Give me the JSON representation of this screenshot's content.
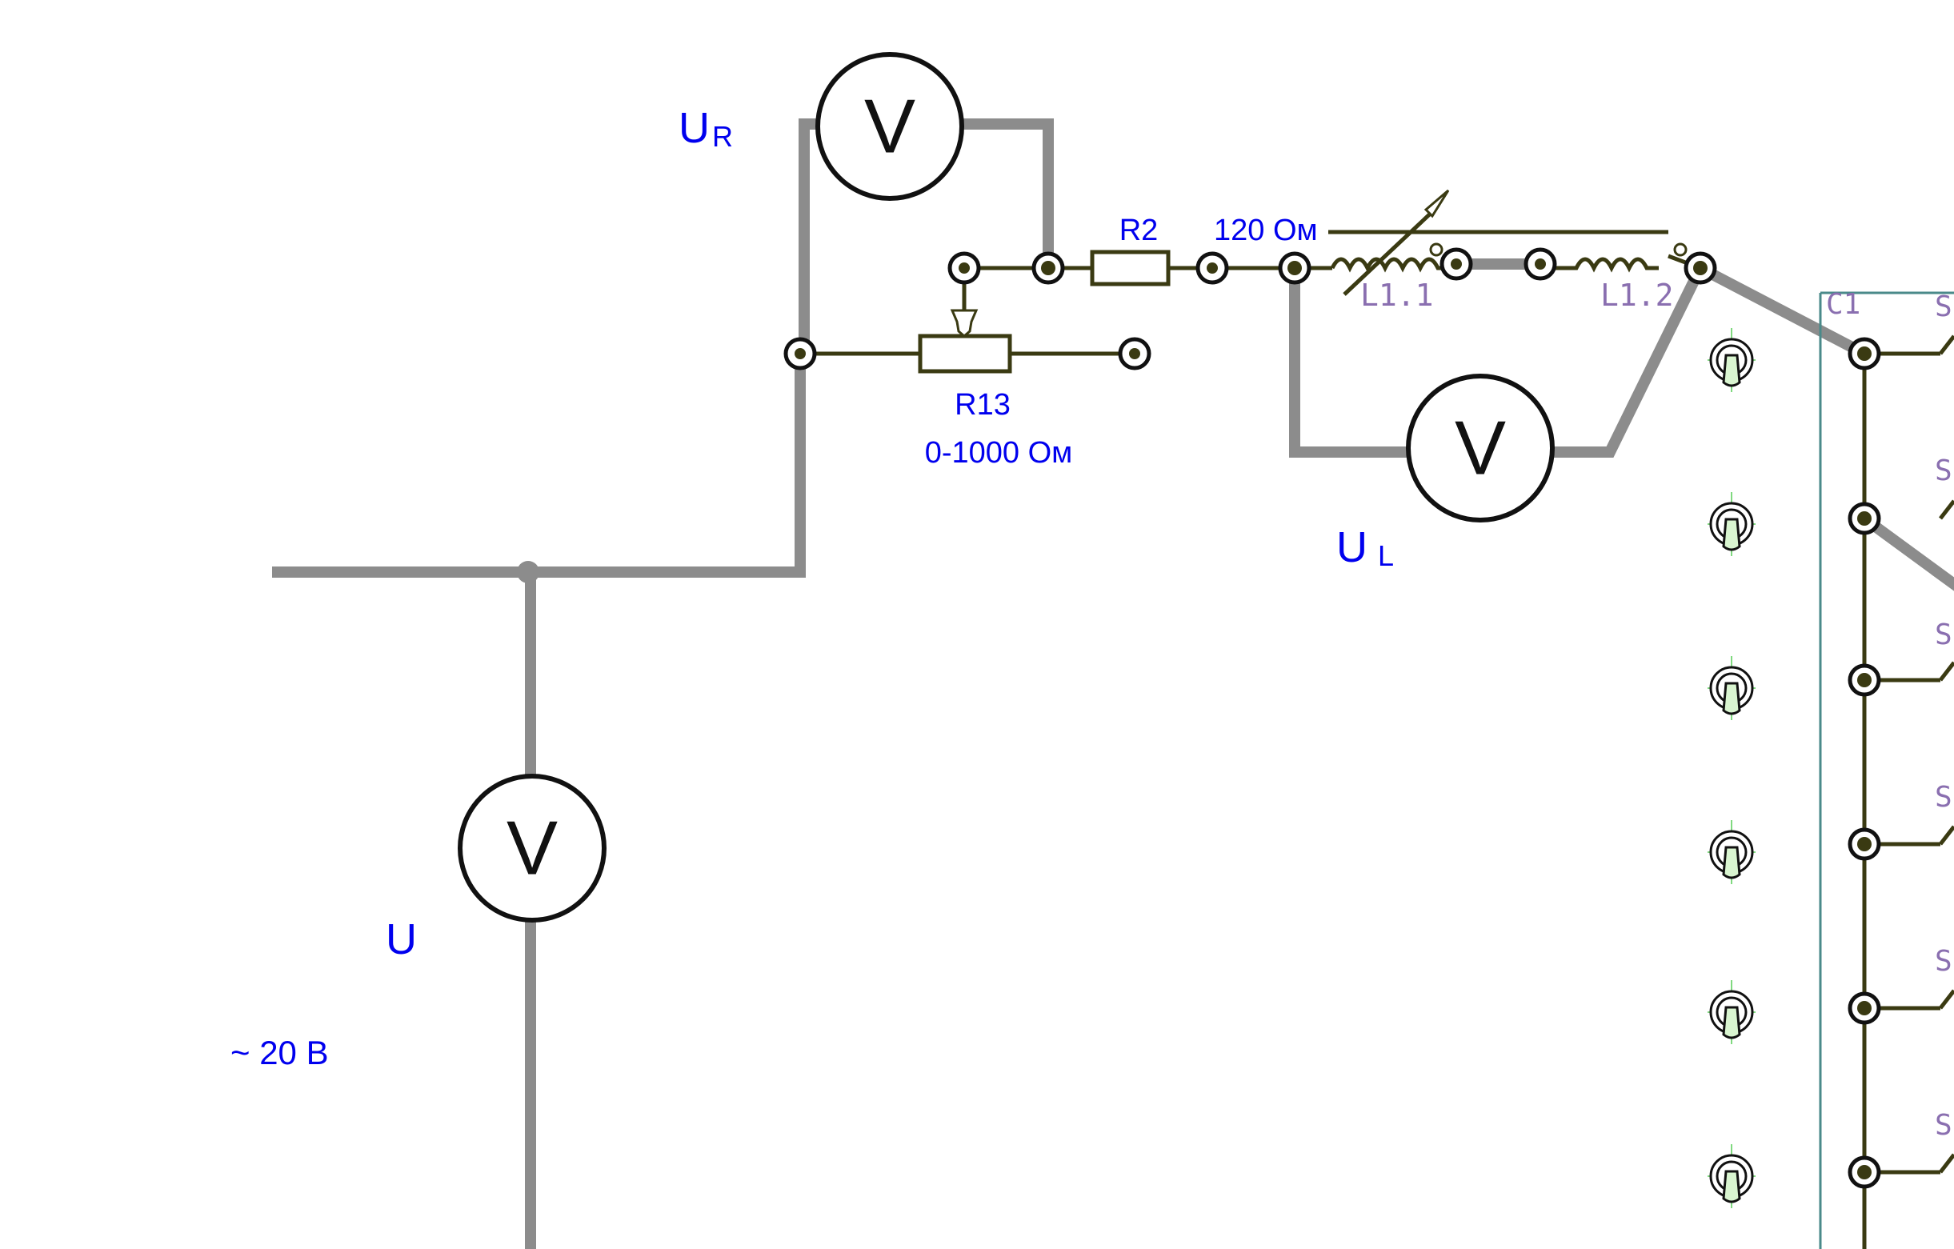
{
  "labels": {
    "ur_main": "U",
    "ur_sub": "R",
    "r2_name": "R2",
    "r2_value": "120 Ом",
    "r13_name": "R13",
    "r13_value": "0-1000 Ом",
    "l11": "L1.1",
    "l12": "L1.2",
    "ul_main": "U",
    "ul_sub": "L",
    "u_source": "U",
    "source_voltage": "~ 20 В",
    "c1": "C1",
    "s_partial": "S"
  },
  "meters": {
    "ur_symbol": "V",
    "ul_symbol": "V",
    "u_symbol": "V"
  },
  "colors": {
    "grey_wire": "#8c8c8c",
    "dark_wire": "#3a3a12",
    "label": "#0000ee",
    "component_label": "#8a6fb0",
    "toggle_green": "#d9f5d0",
    "panel_border": "#4a8a8a"
  },
  "toggle_switch_count": 6,
  "connector_count": 6
}
